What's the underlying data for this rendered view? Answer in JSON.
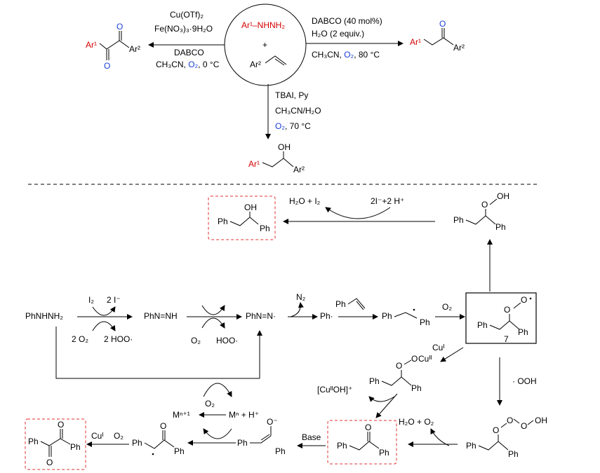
{
  "top": {
    "center": {
      "reagent1": "Ar¹–NHNH₂",
      "plus": "+",
      "reagent2": "Ar²"
    },
    "left_conditions": [
      "Cu(OTf)₂",
      "Fe(NO₃)₃·9H₂O",
      "DABCO",
      "CH₃CN, ",
      "O₂",
      ", 0 °C"
    ],
    "left_product": {
      "ar1": "Ar¹",
      "ar2": "Ar²",
      "o1": "O",
      "o2": "O"
    },
    "right_conditions": [
      "DABCO (40 mol%)",
      "H₂O (2 equiv.)",
      "CH₃CN, ",
      "O₂",
      ", 80 °C"
    ],
    "right_product": {
      "ar1": "Ar¹",
      "ar2": "Ar²",
      "o": "O"
    },
    "bottom_conditions": [
      "TBAI, Py",
      "CH₃CN/H₂O",
      "O₂",
      ", 70 °C"
    ],
    "bottom_product": {
      "ar1": "Ar¹",
      "ar2": "Ar²",
      "oh": "OH"
    }
  },
  "mechanism": {
    "phnhnh2": "PhNHNH₂",
    "i2": "I₂",
    "two_i": "2 I⁻",
    "two_o2": "2 O₂",
    "two_hoo": "2 HOO·",
    "phnnh": "PhN=NH",
    "o2": "O₂",
    "hoo": "HOO·",
    "phnn": "PhN=N·",
    "n2": "N₂",
    "ph_radical": "Ph·",
    "ph": "Ph",
    "cu1": "Cuᴵ",
    "cu2": "Cuᴵᴵ",
    "cu2oh": "[CuᴵᴵOH]⁺",
    "compound7": "7",
    "ooh": "· OOH",
    "h2o_o2": "H₂O + O₂",
    "h2o_i2": "H₂O + I₂",
    "two_i_2h": "2I⁻+2 H⁺",
    "oh": "OH",
    "o": "O",
    "o_minus": "O⁻",
    "base": "Base",
    "mn1": "Mⁿ⁺¹",
    "mn": "Mⁿ + H⁺"
  }
}
